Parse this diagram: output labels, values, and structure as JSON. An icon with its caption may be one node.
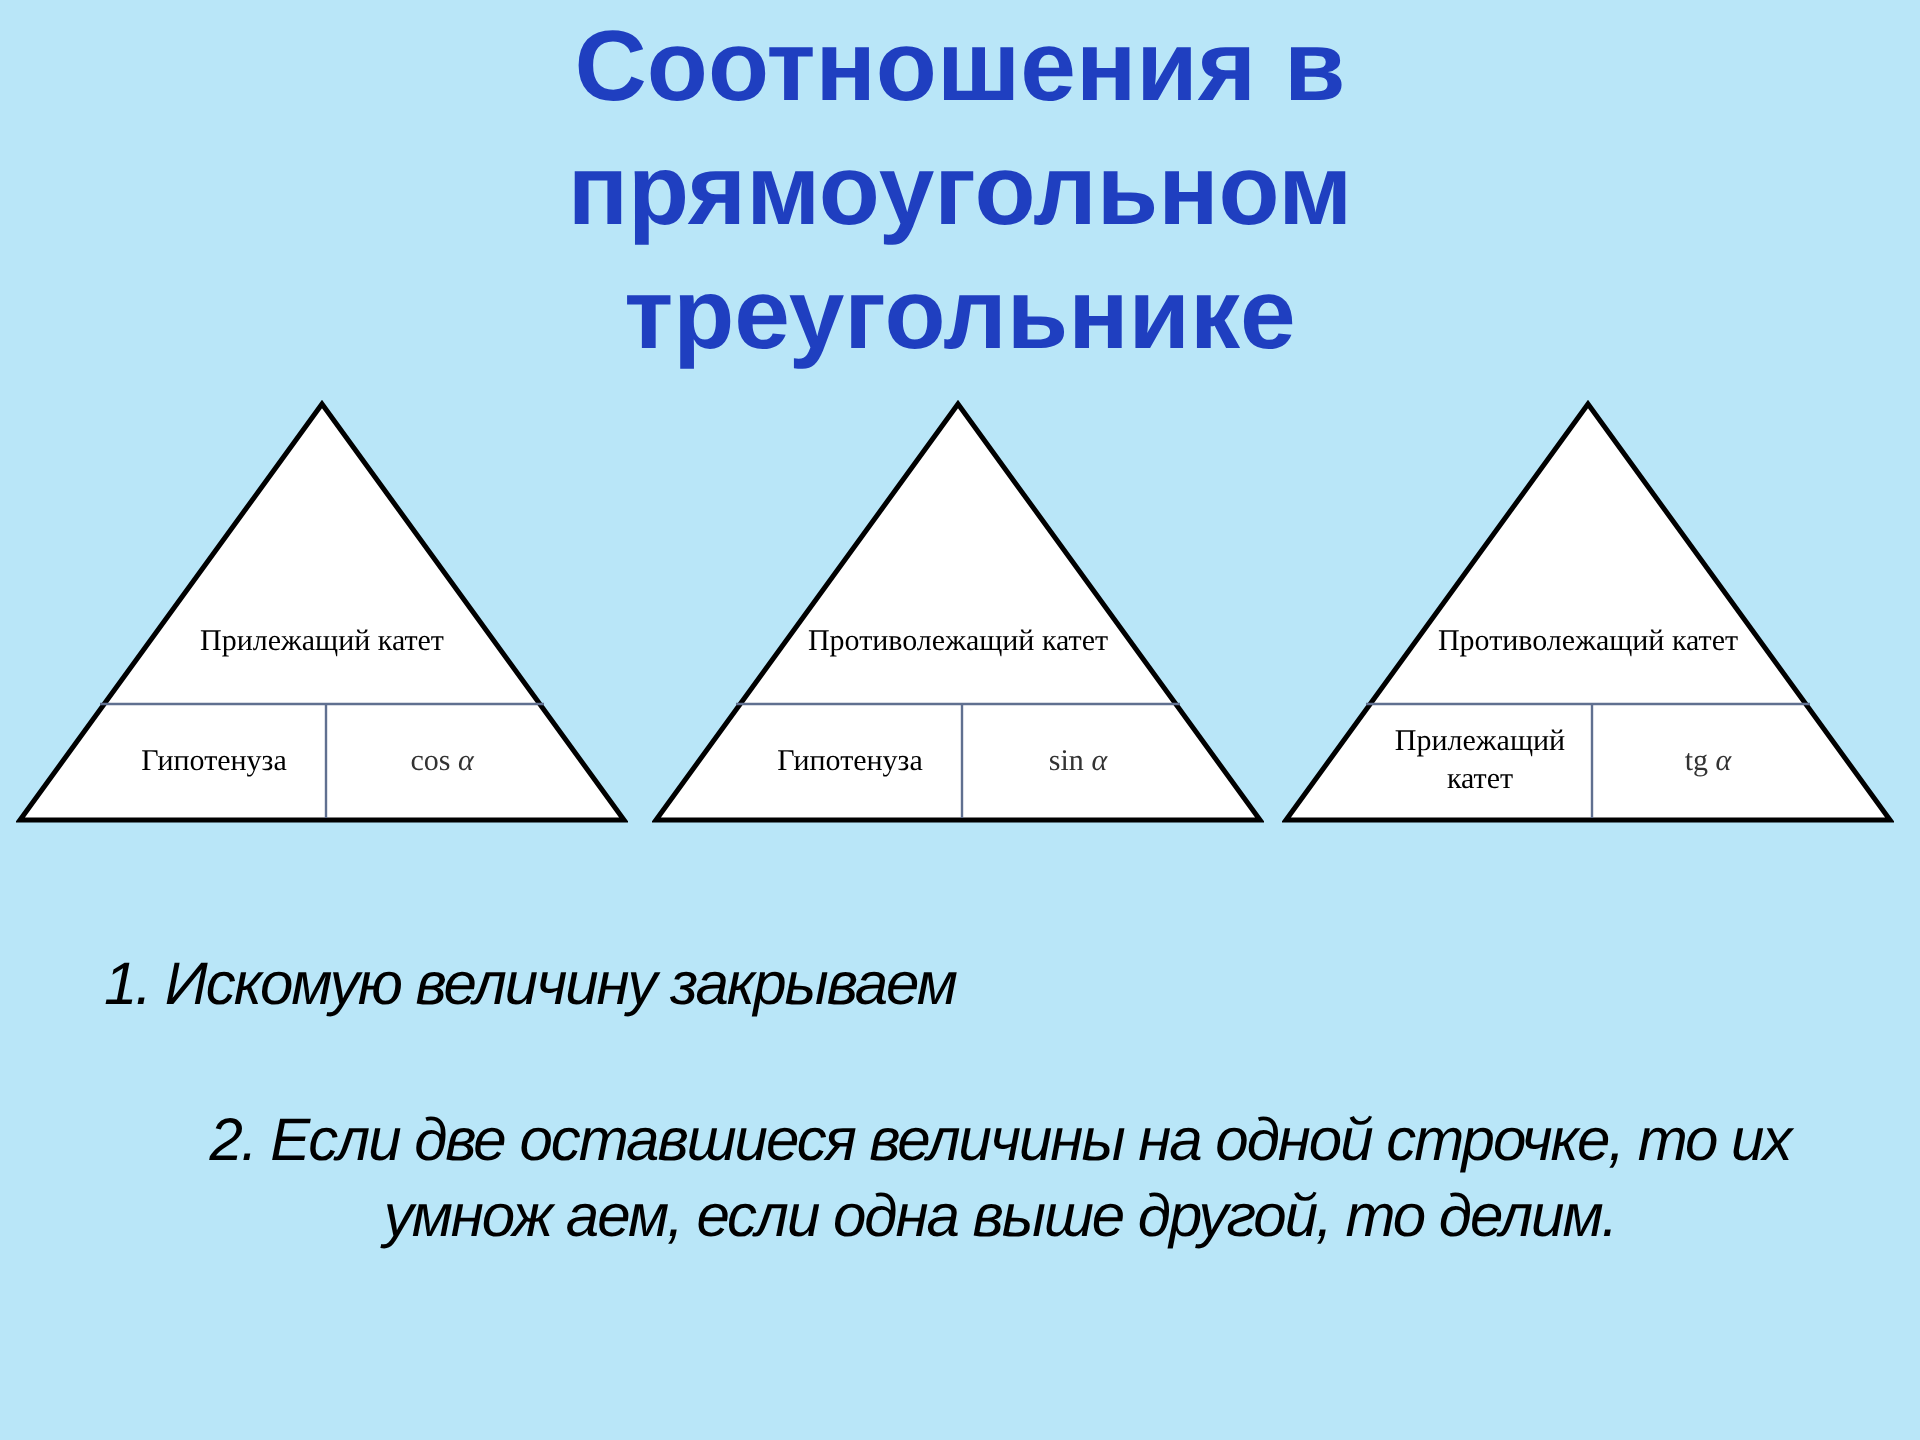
{
  "diagram": {
    "title": "Соотношения в прямоугольном треугольнике",
    "nodes": [
      {
        "text": [],
        "shape": "triangle"
      },
      {
        "text": [
          "Прилежащий катет"
        ],
        "in": 0
      },
      {
        "text": [
          "Гипотенуза"
        ],
        "in": 0
      },
      {
        "text": [
          "cos *α*"
        ],
        "in": 0
      },
      {
        "text": [],
        "shape": "triangle"
      },
      {
        "text": [
          "Противолежащий катет"
        ],
        "in": 4
      },
      {
        "text": [
          "Гипотенуза"
        ],
        "in": 4
      },
      {
        "text": [
          "sin *α*"
        ],
        "in": 4
      },
      {
        "text": [],
        "shape": "triangle"
      },
      {
        "text": [
          "Противолежащий катет"
        ],
        "in": 8
      },
      {
        "text": [
          "Прилежащий катет"
        ],
        "in": 8
      },
      {
        "text": [
          "tg *α*"
        ],
        "in": 8
      }
    ],
    "edges": [],
    "labels": [
      "1. Искомую величину закрываем",
      "2. Если две оставшиеся величины на одной строчке, то их умнож аем, если одна выше другой, то делим."
    ]
  }
}
